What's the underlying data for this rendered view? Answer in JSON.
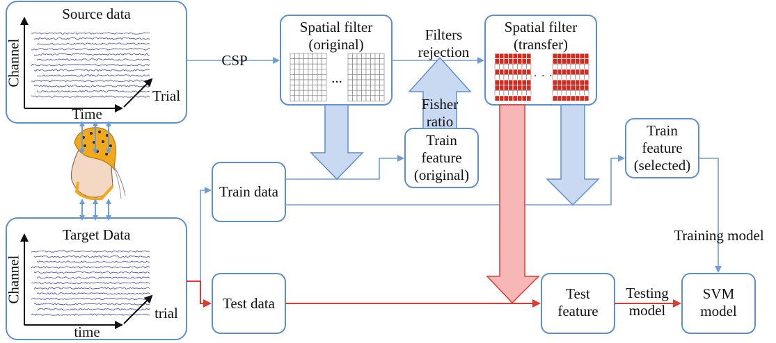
{
  "nodes": {
    "source_data": "Source data",
    "target_data": "Target Data",
    "sf_original": "Spatial filter\n(original)",
    "sf_transfer": "Spatial filter\n(transfer)",
    "train_feature_original": "Train\nfeature\n(original)",
    "train_feature_selected": "Train\nfeature\n(selected)",
    "train_data": "Train data",
    "test_data": "Test data",
    "test_feature": "Test\nfeature",
    "svm_model": "SVM\nmodel"
  },
  "axes": {
    "source_y": "Channel",
    "source_x": "Time",
    "source_z": "Trial",
    "target_y": "Channel",
    "target_x": "time",
    "target_z": "trial"
  },
  "edges": {
    "csp": "CSP",
    "filters_rejection": "Filters\nrejection",
    "fisher_ratio": "Fisher\nratio",
    "training_model": "Training model",
    "testing_model": "Testing\nmodel"
  },
  "ellipsis": "...",
  "ellipsis_small": "· · ·",
  "colors": {
    "box_border": "#5b8fd0",
    "blue_arrow_fill": "#c9d9f1",
    "red_arrow_fill": "#f7b7b7",
    "red_line": "#e03a2e",
    "red_cell": "#d62a1f",
    "eeg_trace": "#3b3b9c",
    "connector": "#6d9dd6"
  }
}
